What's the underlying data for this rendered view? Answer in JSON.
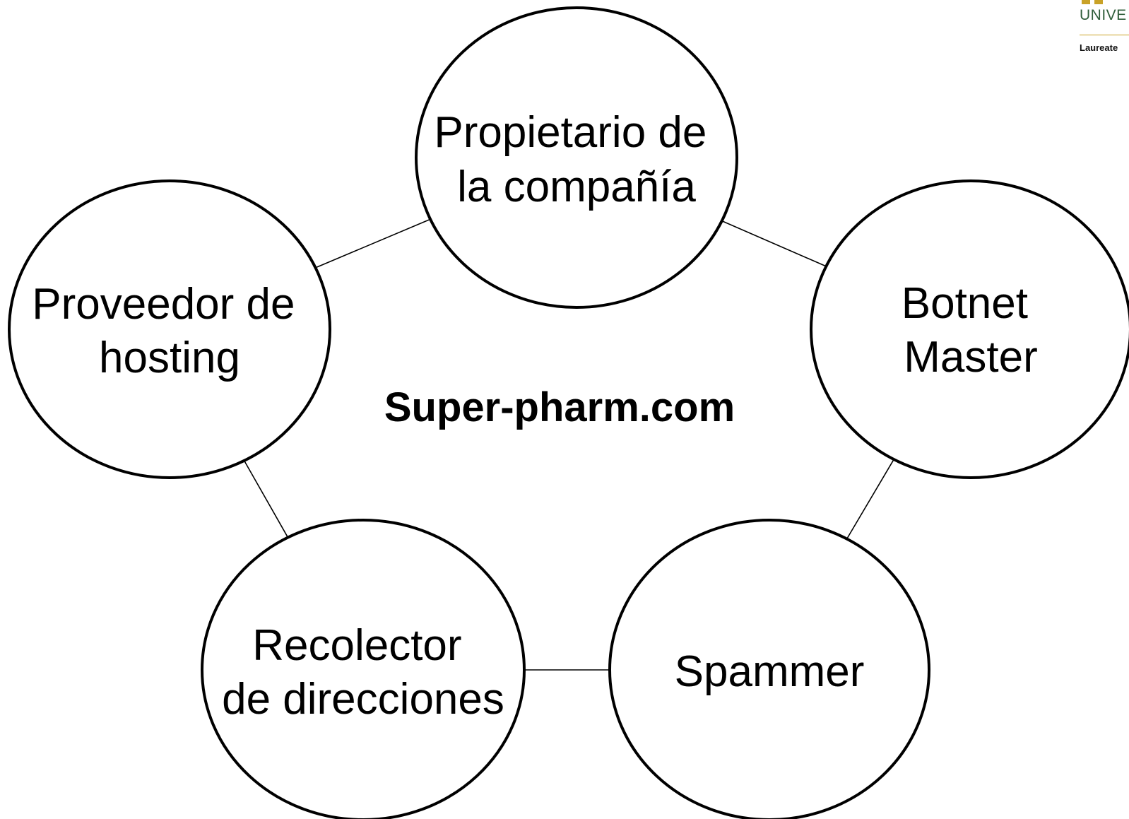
{
  "diagram": {
    "center_label": "Super-pharm.com",
    "nodes": [
      {
        "id": "owner",
        "lines": [
          "Propietario de",
          "la compañía"
        ]
      },
      {
        "id": "botnet",
        "lines": [
          "Botnet",
          "Master"
        ]
      },
      {
        "id": "spammer",
        "lines": [
          "Spammer"
        ]
      },
      {
        "id": "harvester",
        "lines": [
          "Recolector",
          "de direcciones"
        ]
      },
      {
        "id": "hosting",
        "lines": [
          "Proveedor de",
          "hosting"
        ]
      }
    ],
    "edges": [
      [
        "owner",
        "botnet"
      ],
      [
        "botnet",
        "spammer"
      ],
      [
        "spammer",
        "harvester"
      ],
      [
        "harvester",
        "hosting"
      ],
      [
        "hosting",
        "owner"
      ]
    ]
  },
  "logo": {
    "name": "UNIVE",
    "subtitle": "Laureate"
  }
}
